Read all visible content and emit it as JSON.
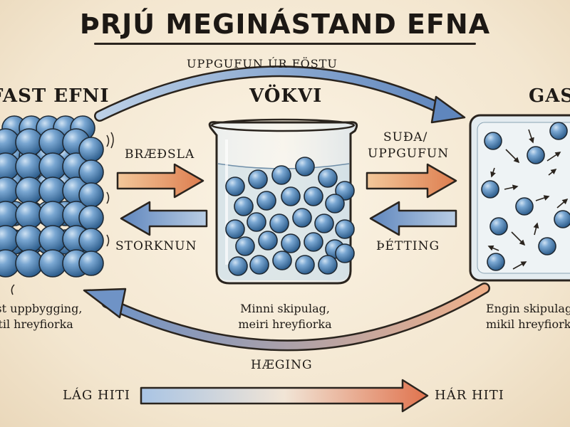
{
  "title": "ÞRJÚ MEGINÁSTAND EFNA",
  "states": {
    "solid": {
      "name": "FAST EFNI",
      "caption_line1": "Föst uppbygging,",
      "caption_line2": "lítil hreyfiorka"
    },
    "liquid": {
      "name": "VÖKVI",
      "caption_line1": "Minni skipulag,",
      "caption_line2": "meiri hreyfiorka"
    },
    "gas": {
      "name": "GAS",
      "caption_line1": "Engin skipulag,",
      "caption_line2": "mikil hreyfiorka"
    }
  },
  "processes": {
    "sublimation": "UPPGUFUN ÚR FÖSTU",
    "melting": "BRÆÐSLA",
    "freezing": "STORKNUN",
    "boiling_line1": "SUÐA/",
    "boiling_line2": "UPPGUFUN",
    "condensation": "ÞÉTTING",
    "deposition": "HÆGING"
  },
  "temperature_scale": {
    "low": "LÁG HITI",
    "high": "HÁR HITI"
  },
  "colors": {
    "warm_arrow": "#e39a6a",
    "cool_arrow": "#7e9fca",
    "particle": "#4f86ba",
    "outline": "#2a241e"
  }
}
